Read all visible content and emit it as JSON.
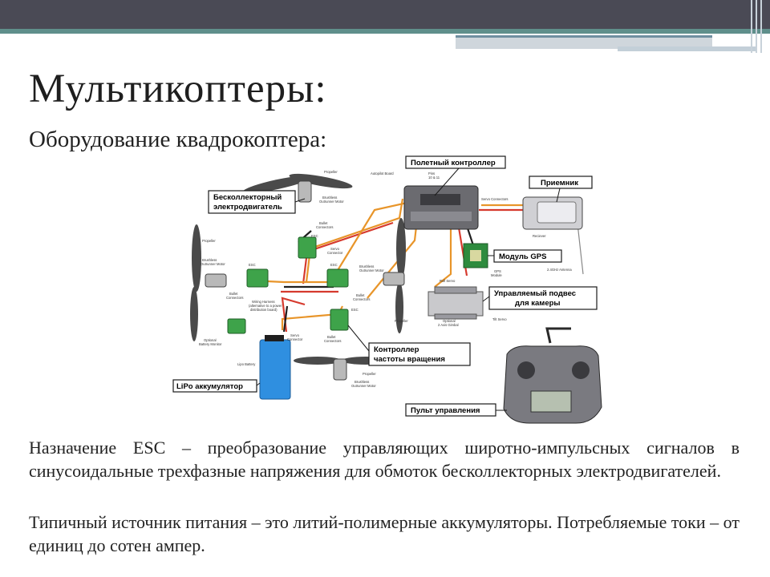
{
  "slide": {
    "title": "Мультикоптеры:",
    "subtitle": "Оборудование квадрокоптера:"
  },
  "diagram": {
    "callouts": {
      "flight_controller": "Полетный контроллер",
      "motor_l1": "Бесколлекторный",
      "motor_l2": "электродвигатель",
      "receiver": "Приемник",
      "gps": "Модуль GPS",
      "gimbal_l1": "Управляемый подвес",
      "gimbal_l2": "для камеры",
      "esc_l1": "Контроллер",
      "esc_l2": "частоты вращения",
      "battery": "LiPo аккумулятор",
      "remote": "Пульт управления"
    },
    "tiny_labels": {
      "autopilot_board": "Autopilot Board",
      "pins": "Pins",
      "pins_2": "10 & 11",
      "servo_connectors": "Servo Connectors",
      "receiver": "Reciever",
      "gps_module": "GPS",
      "gps_module_2": "Module",
      "antenna": "2.4GHz Antenna",
      "roll_servo": "Roll Servo",
      "tilt_servo": "Tilt Servo",
      "gimbal": "Optional",
      "gimbal_2": "2 Axis Gimbal",
      "propeller": "Propeller",
      "motor": "Brushless",
      "motor_2": "Outrunner Motor",
      "bullet": "Bullet",
      "bullet_2": "Connectors",
      "esc": "ESC",
      "servo_conn": "Servo",
      "servo_conn_2": "Connector",
      "wiring": "Wiring Harness",
      "wiring_2": "(alternative to a power",
      "wiring_3": "distribution board)",
      "battery_monitor": "Optional",
      "battery_monitor_2": "Battery Monitor",
      "lipo": "Lipo Battery"
    }
  },
  "body": {
    "paragraph1": "Назначение ESC – преобразование управляющих широтно-импульсных сигналов в синусоидальные трехфазные напряжения для обмоток бесколлекторных электродвигателей.",
    "paragraph2": "Типичный источник питания – это литий-полимерные аккумуляторы. Потребляемые токи – от единиц до сотен ампер."
  },
  "colors": {
    "top_bar": "#4a4a55",
    "accent_band": "#5f8f8b",
    "esc_green": "#3ea34a",
    "battery_blue": "#2f8fe0",
    "wire_red": "#d63a2e",
    "wire_orange": "#e8952a"
  }
}
